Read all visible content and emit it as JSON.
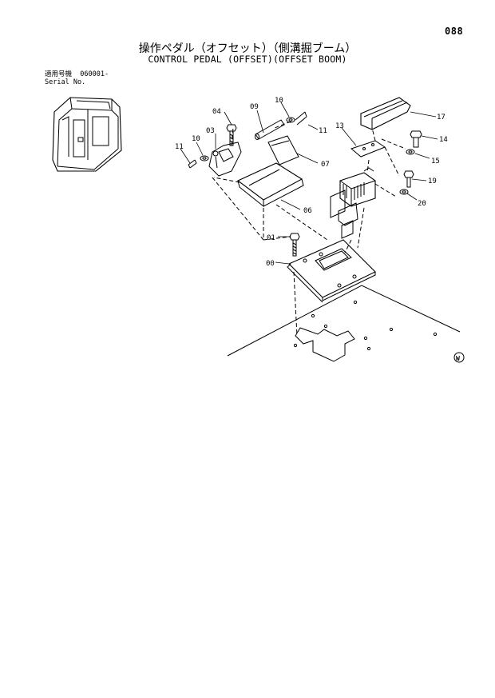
{
  "page_number": "088",
  "title_jp": "操作ペダル（オフセット）（側溝掘ブーム）",
  "title_en": "CONTROL PEDAL (OFFSET)(OFFSET BOOM)",
  "serial": {
    "label_jp": "適用号機",
    "value": "060001-",
    "label_en": "Serial No."
  },
  "part_labels": {
    "p00": "00",
    "p01": "01",
    "p03": "03",
    "p04": "04",
    "p06": "06",
    "p07": "07",
    "p09": "09",
    "p10a": "10",
    "p10b": "10",
    "p11a": "11",
    "p11b": "11",
    "p13": "13",
    "p14": "14",
    "p15": "15",
    "p17": "17",
    "p19": "19",
    "p20": "20"
  },
  "mark": "W"
}
